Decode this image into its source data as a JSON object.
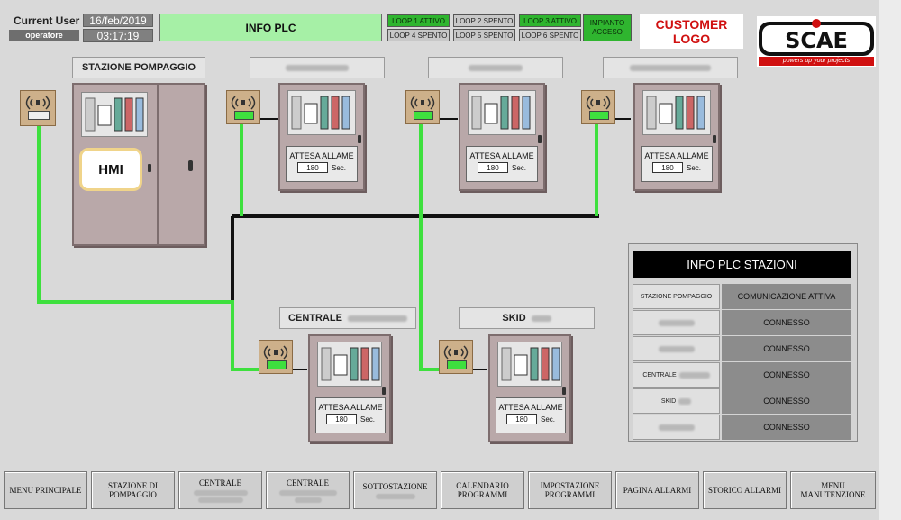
{
  "header": {
    "current_user_label": "Current User",
    "user": "operatore",
    "date": "16/feb/2019",
    "time": "03:17:19",
    "info_plc": "INFO PLC",
    "loops": [
      {
        "label": "LOOP 1 ATTIVO",
        "state": "on"
      },
      {
        "label": "LOOP 2 SPENTO",
        "state": "off"
      },
      {
        "label": "LOOP 3 ATTIVO",
        "state": "on"
      },
      {
        "label": "LOOP 4 SPENTO",
        "state": "off"
      },
      {
        "label": "LOOP 5 SPENTO",
        "state": "off"
      },
      {
        "label": "LOOP 6 SPENTO",
        "state": "off"
      }
    ],
    "impianto_line1": "IMPIANTO",
    "impianto_line2": "ACCESO",
    "customer_logo_line1": "CUSTOMER",
    "customer_logo_line2": "LOGO",
    "brand": "SCAE",
    "brand_tagline": "powers up your projects"
  },
  "stations": {
    "main": {
      "label": "STAZIONE POMPAGGIO",
      "hmi": "HMI"
    },
    "centrale": {
      "label": "CENTRALE"
    },
    "skid": {
      "label": "SKID"
    }
  },
  "attesa": {
    "label": "ATTESA ALLAME",
    "value": "180",
    "unit": "Sec."
  },
  "info_panel": {
    "title": "INFO PLC STAZIONI",
    "rows": [
      {
        "name": "STAZIONE POMPAGGIO",
        "status": "COMUNICAZIONE ATTIVA"
      },
      {
        "name": "",
        "status": "CONNESSO"
      },
      {
        "name": "",
        "status": "CONNESSO"
      },
      {
        "name": "CENTRALE",
        "status": "CONNESSO"
      },
      {
        "name": "SKID",
        "status": "CONNESSO"
      },
      {
        "name": "",
        "status": "CONNESSO"
      }
    ]
  },
  "nav": [
    {
      "l1": "MENU PRINCIPALE",
      "l2": ""
    },
    {
      "l1": "STAZIONE DI",
      "l2": "POMPAGGIO"
    },
    {
      "l1": "CENTRALE",
      "l2": ""
    },
    {
      "l1": "CENTRALE",
      "l2": ""
    },
    {
      "l1": "SOTTOSTAZIONE",
      "l2": ""
    },
    {
      "l1": "CALENDARIO",
      "l2": "PROGRAMMI"
    },
    {
      "l1": "IMPOSTAZIONE",
      "l2": "PROGRAMMI"
    },
    {
      "l1": "PAGINA ALLARMI",
      "l2": ""
    },
    {
      "l1": "STORICO ALLARMI",
      "l2": ""
    },
    {
      "l1": "MENU",
      "l2": "MANUTENZIONE"
    }
  ],
  "colors": {
    "green_line": "#3ee03e",
    "black_line": "#111111",
    "cabinet": "#b9a8a9"
  }
}
